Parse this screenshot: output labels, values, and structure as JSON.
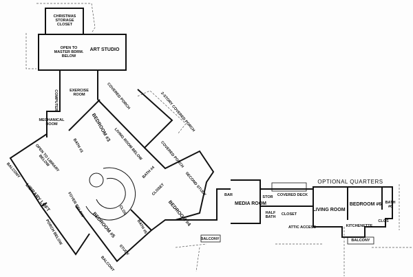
{
  "plan": {
    "heading": "OPTIONAL QUARTERS",
    "rooms": {
      "christmas_storage": "CHRISTMAS STORAGE CLOSET",
      "open_master": "OPEN TO MASTER BDRM. BELOW",
      "art_studio": "ART STUDIO",
      "exercise_room": "EXERCISE ROOM",
      "computer": "COMPUTER",
      "covered_porch_1": "COVERED PORCH",
      "two_story_porch": "2-STORY COVERED PORCH",
      "bedroom_3": "BEDROOM #3",
      "mechanical_room": "MECHANICAL ROOM",
      "bath_3": "BATH #3",
      "living_room_below": "LIVING ROOM BELOW",
      "open_library": "OPEN TO LIBRARY BELOW",
      "balcony_1": "BALCONY",
      "library_loft": "LIBRARY LOFT",
      "covered_porch_2": "COVERED PORCH",
      "bath_4": "BATH #4",
      "closet_1": "CLOSET",
      "second_study": "SECOND STUDY",
      "bedroom_4": "BEDROOM #4",
      "foyer_below": "FOYER BELOW",
      "porch_below": "PORCH BELOW",
      "clos_1": "CLOS",
      "bedroom_5": "BEDROOM #5",
      "bath_5": "BATH #5",
      "study": "STUDY",
      "balcony_2": "BALCONY",
      "balcony_3": "BALCONY",
      "bar": "BAR",
      "media_room": "MEDIA ROOM",
      "stor": "STOR",
      "covered_deck": "COVERED DECK",
      "half_bath": "HALF BATH",
      "closet_2": "CLOSET",
      "attic_access": "ATTIC ACCESS",
      "living_room": "LIVING ROOM",
      "bedroom_6": "BEDROOM #6",
      "bath_6": "BATH #6",
      "clos_2": "CLOS",
      "kitchenette": "KITCHENETTE",
      "balcony_4": "BALCONY"
    }
  },
  "colors": {
    "wall": "#111111",
    "dashed": "#555555",
    "background": "#fdfdfd"
  }
}
